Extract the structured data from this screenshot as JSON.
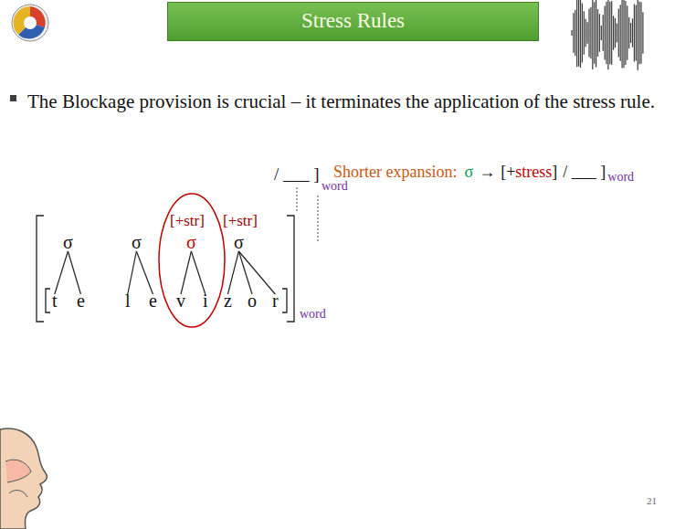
{
  "diagram": {
    "title": "Stress Rules",
    "nodes": [
      {
        "text": [
          "[+str]",
          "σ",
          "v",
          "i"
        ]
      }
    ],
    "labels": [
      "The Blockage provision is crucial – it terminates the application of the stress rule.",
      "/ ___ ]",
      "word",
      "Shorter expansion:",
      "σ",
      "→",
      "[+",
      "stress",
      "]",
      "/ ___ ]",
      "word",
      "[+str]",
      "σ",
      "σ",
      "σ",
      "t",
      "e",
      "l",
      "e",
      "z",
      "o",
      "r",
      "word",
      "21"
    ]
  }
}
